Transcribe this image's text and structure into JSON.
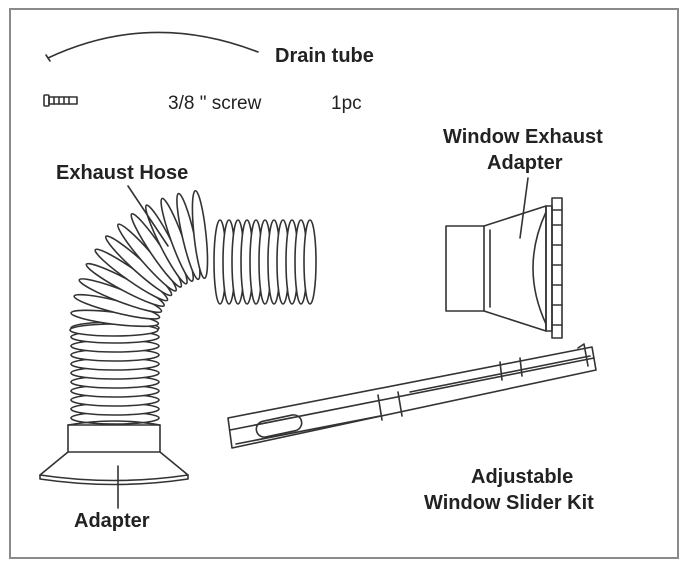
{
  "labels": {
    "drain_tube": "Drain tube",
    "screw": "3/8 \" screw",
    "screw_qty": "1pc",
    "exhaust_hose": "Exhaust Hose",
    "window_exhaust_adapter_line1": "Window  Exhaust",
    "window_exhaust_adapter_line2": "Adapter",
    "adapter": "Adapter",
    "slider_kit_line1": "Adjustable",
    "slider_kit_line2": "Window Slider Kit"
  }
}
